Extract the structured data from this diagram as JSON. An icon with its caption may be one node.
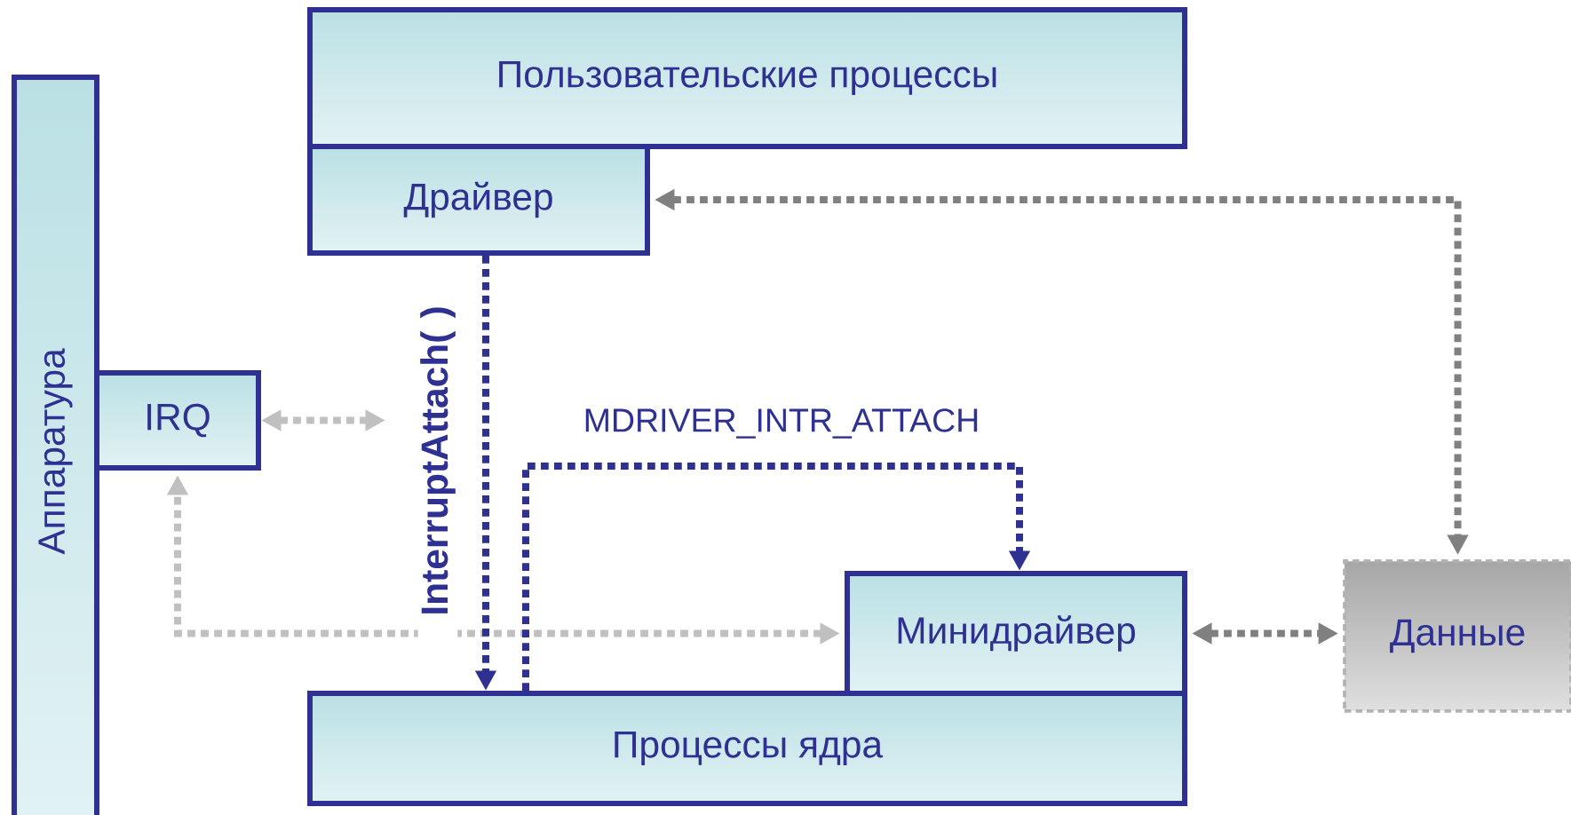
{
  "diagram": {
    "nodes": [
      {
        "text": [
          "Аппаратура"
        ]
      },
      {
        "text": [
          "Пользовательские процессы"
        ]
      },
      {
        "text": [
          "Драйвер"
        ]
      },
      {
        "text": [
          "IRQ"
        ]
      },
      {
        "text": [
          "Минидрайвер"
        ]
      },
      {
        "text": [
          "Данные"
        ]
      },
      {
        "text": [
          "Процессы ядра"
        ]
      }
    ],
    "edges": [
      {
        "from": 2,
        "to": 5,
        "arrow": "both",
        "color": "#808080"
      },
      {
        "from": 3,
        "to": null,
        "arrow": "both",
        "color": "#c0c0c0"
      },
      {
        "from": 4,
        "to": 3,
        "arrow": "both",
        "color": "#c0c0c0"
      },
      {
        "from": 2,
        "to": 6,
        "arrow": "to",
        "label": "InterruptAttach( )",
        "color": "#2e3192"
      },
      {
        "from": 6,
        "to": 4,
        "arrow": "to",
        "label": "MDRIVER_INTR_ATTACH",
        "color": "#2e3192"
      },
      {
        "from": 4,
        "to": 5,
        "arrow": "both",
        "color": "#808080"
      }
    ]
  }
}
